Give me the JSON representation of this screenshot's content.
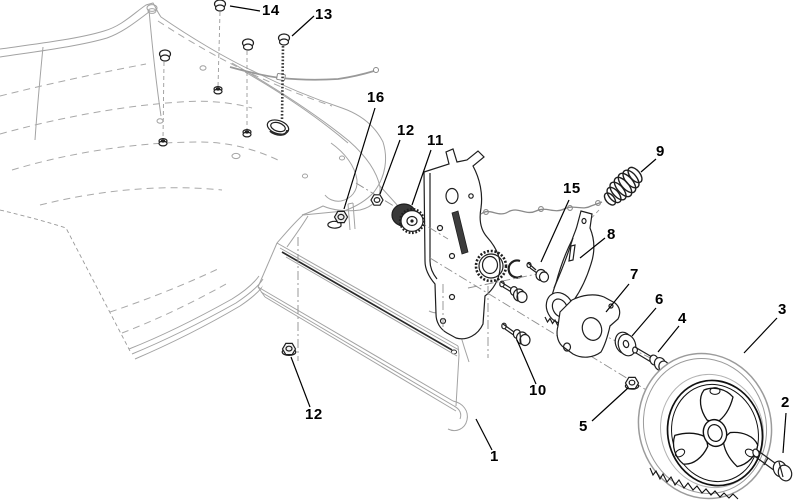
{
  "figure": {
    "kind": "exploded-parts-diagram",
    "subject": "mower deck, height adjuster and rear wheel assembly",
    "colors": {
      "background": "#ffffff",
      "deck_lines": "#a3a3a3",
      "part_lines": "#1f1f1f",
      "labels": "#000000"
    }
  },
  "callouts": [
    {
      "text": "14"
    },
    {
      "text": "13"
    },
    {
      "text": "16"
    },
    {
      "text": "12"
    },
    {
      "text": "11"
    },
    {
      "text": "15"
    },
    {
      "text": "9"
    },
    {
      "text": "8"
    },
    {
      "text": "7"
    },
    {
      "text": "6"
    },
    {
      "text": "4"
    },
    {
      "text": "3"
    },
    {
      "text": "2"
    },
    {
      "text": "5"
    },
    {
      "text": "10"
    },
    {
      "text": "1"
    },
    {
      "text": "12"
    }
  ]
}
